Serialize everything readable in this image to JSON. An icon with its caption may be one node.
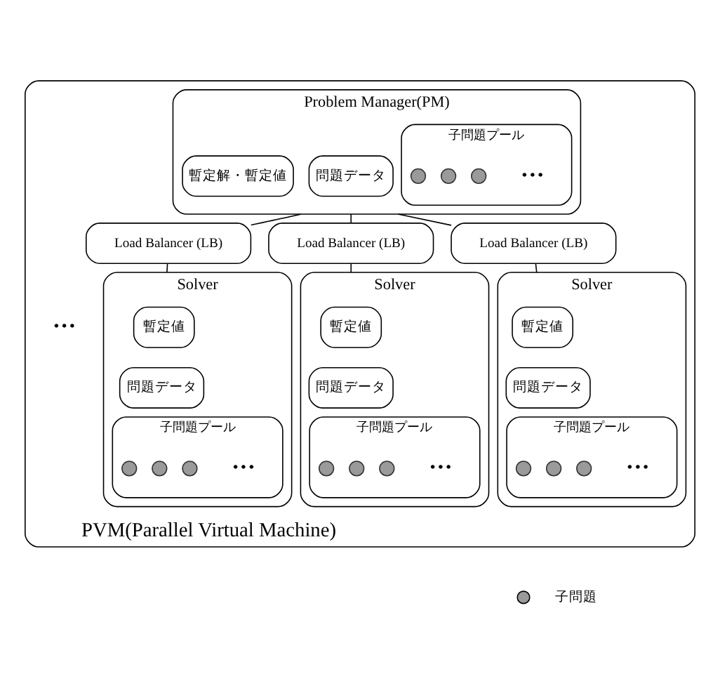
{
  "diagram": {
    "nodes": [
      {
        "text": [
          "PVM(Parallel Virtual Machine)"
        ]
      },
      {
        "text": [
          "Problem Manager(PM)"
        ],
        "in": 0
      },
      {
        "text": [
          "問題データ"
        ],
        "in": 1
      },
      {
        "text": [
          "暫定解・暫定値"
        ],
        "in": 1
      },
      {
        "text": [
          "子問題プール"
        ],
        "in": 1
      },
      {
        "text": [],
        "shape": "circle",
        "in": 4
      },
      {
        "text": [],
        "shape": "circle",
        "in": 4
      },
      {
        "text": [],
        "shape": "circle",
        "in": 4
      },
      {
        "text": [
          "Load Balancer (LB)"
        ],
        "in": 0
      },
      {
        "text": [
          "Solver"
        ],
        "in": 0
      },
      {
        "text": [
          "暫定値"
        ],
        "in": 9
      },
      {
        "text": [
          "問題データ"
        ],
        "in": 9
      },
      {
        "text": [
          "子問題プール"
        ],
        "in": 9
      },
      {
        "text": [],
        "shape": "circle",
        "in": 12
      },
      {
        "text": [],
        "shape": "circle",
        "in": 12
      },
      {
        "text": [],
        "shape": "circle",
        "in": 12
      },
      {
        "text": [
          "Load Balancer (LB)"
        ],
        "in": 0
      },
      {
        "text": [
          "Solver"
        ],
        "in": 0
      },
      {
        "text": [
          "暫定値"
        ],
        "in": 17
      },
      {
        "text": [
          "問題データ"
        ],
        "in": 17
      },
      {
        "text": [
          "子問題プール"
        ],
        "in": 17
      },
      {
        "text": [],
        "shape": "circle",
        "in": 20
      },
      {
        "text": [],
        "shape": "circle",
        "in": 20
      },
      {
        "text": [],
        "shape": "circle",
        "in": 20
      },
      {
        "text": [
          "Load Balancer (LB)"
        ],
        "in": 0
      },
      {
        "text": [
          "Solver"
        ],
        "in": 0
      },
      {
        "text": [
          "暫定値"
        ],
        "in": 25
      },
      {
        "text": [
          "問題データ"
        ],
        "in": 25
      },
      {
        "text": [
          "子問題プール"
        ],
        "in": 25
      },
      {
        "text": [],
        "shape": "circle",
        "in": 28
      },
      {
        "text": [],
        "shape": "circle",
        "in": 28
      },
      {
        "text": [],
        "shape": "circle",
        "in": 28
      }
    ],
    "edges": [
      {
        "from": 1,
        "to": 8,
        "arrow": "none"
      },
      {
        "from": 8,
        "to": 9,
        "arrow": "none"
      },
      {
        "from": 1,
        "to": 16,
        "arrow": "none"
      },
      {
        "from": 16,
        "to": 17,
        "arrow": "none"
      },
      {
        "from": 1,
        "to": 24,
        "arrow": "none"
      },
      {
        "from": 24,
        "to": 25,
        "arrow": "none"
      }
    ],
    "labels": [
      "•••",
      "•••",
      "•••",
      "•••",
      "•••"
    ],
    "legend": [
      {
        "text": "子問題"
      }
    ]
  }
}
